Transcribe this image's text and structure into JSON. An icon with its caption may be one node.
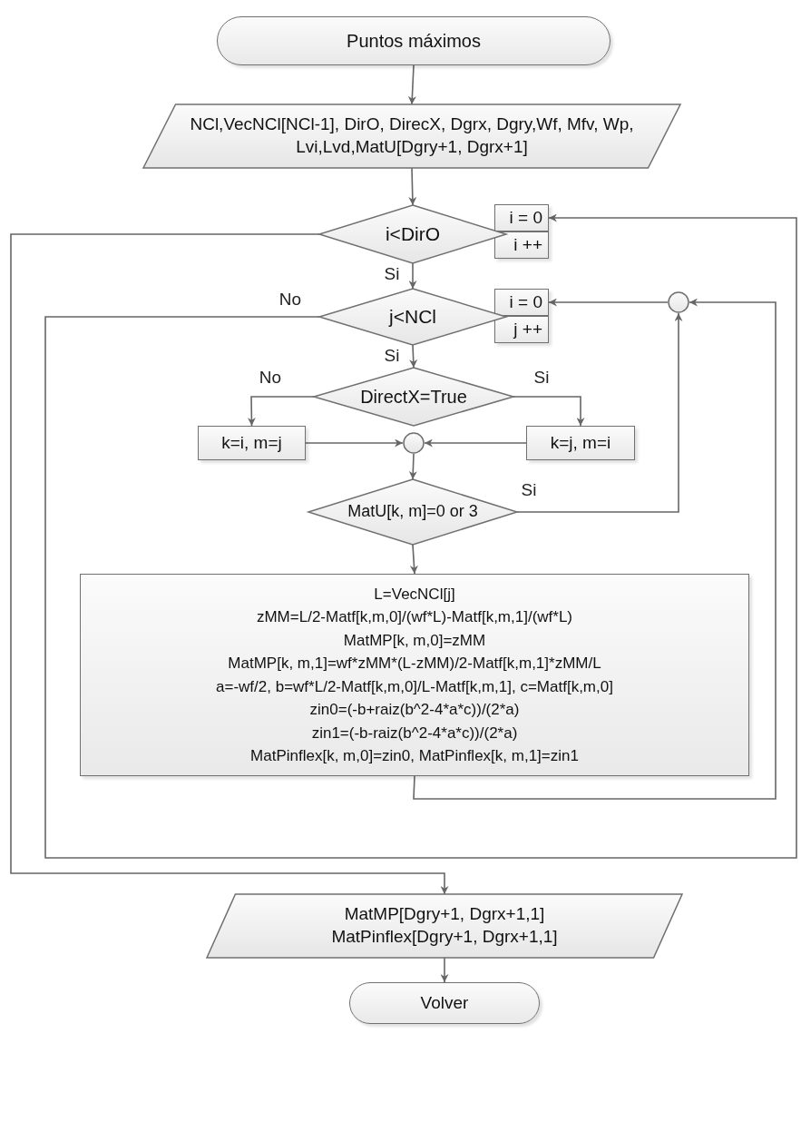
{
  "diagram": {
    "nodes": [
      {
        "text": [
          "Puntos máximos"
        ]
      },
      {
        "text": [
          "NCl,VecNCl[NCl-1], DirO, DirecX, Dgrx, Dgry,Wf, Mfv, Wp, Lvi,Lvd,MatU[Dgry+1, Dgrx+1]"
        ]
      },
      {
        "text": [
          "i<DirO"
        ]
      },
      {
        "text": [
          "i = 0"
        ]
      },
      {
        "text": [
          "i ++"
        ]
      },
      {
        "text": [
          "j<NCl"
        ]
      },
      {
        "text": [
          "i = 0"
        ]
      },
      {
        "text": [
          "j ++"
        ]
      },
      {
        "text": [],
        "shape": "circle"
      },
      {
        "text": [
          "DirectX=True"
        ]
      },
      {
        "text": [
          "k=i, m=j"
        ]
      },
      {
        "text": [
          "k=j, m=i"
        ]
      },
      {
        "text": [],
        "shape": "circle"
      },
      {
        "text": [
          "MatU[k, m]=0 or 3"
        ]
      },
      {
        "text": [
          "L=VecNCl[j]",
          "zMM=L/2-Matf[k,m,0]/(wf*L)-Matf[k,m,1]/(wf*L)",
          "MatMP[k, m,0]=zMM",
          "MatMP[k, m,1]=wf*zMM*(L-zMM)/2-Matf[k,m,1]*zMM/L",
          "a=-wf/2, b=wf*L/2-Matf[k,m,0]/L-Matf[k,m,1], c=Matf[k,m,0]",
          "zin0=(-b+raiz(b^2-4*a*c))/(2*a)",
          "zin1=(-b-raiz(b^2-4*a*c))/(2*a)",
          "MatPinflex[k, m,0]=zin0, MatPinflex[k, m,1]=zin1"
        ]
      },
      {
        "text": [
          "MatMP[Dgry+1, Dgrx+1,1] MatPinflex[Dgry+1, Dgrx+1,1]"
        ]
      },
      {
        "text": [
          "Volver"
        ]
      }
    ],
    "edges": [
      {
        "from": 0,
        "to": 1,
        "arrow": "to"
      },
      {
        "from": 1,
        "to": 2,
        "arrow": "to"
      },
      {
        "from": 2,
        "to": 5,
        "arrow": "to",
        "label": "Si"
      },
      {
        "from": 5,
        "to": 9,
        "arrow": "to",
        "label": "Si"
      },
      {
        "from": 9,
        "to": 10,
        "arrow": "to",
        "label": "No"
      },
      {
        "from": 9,
        "to": 11,
        "arrow": "to",
        "label": "Si"
      },
      {
        "from": 10,
        "to": 12,
        "arrow": "to"
      },
      {
        "from": 11,
        "to": 12,
        "arrow": "to"
      },
      {
        "from": 12,
        "to": 13,
        "arrow": "to"
      },
      {
        "from": 13,
        "to": 8,
        "arrow": "to",
        "label": "Si"
      },
      {
        "from": 13,
        "to": 14,
        "arrow": "to"
      },
      {
        "from": 14,
        "to": 8,
        "arrow": "to"
      },
      {
        "from": 8,
        "to": 6,
        "arrow": "to"
      },
      {
        "from": 5,
        "to": 3,
        "arrow": "to",
        "label": "No"
      },
      {
        "from": 2,
        "to": 15,
        "arrow": "to"
      },
      {
        "from": 15,
        "to": 16,
        "arrow": "to"
      }
    ]
  }
}
